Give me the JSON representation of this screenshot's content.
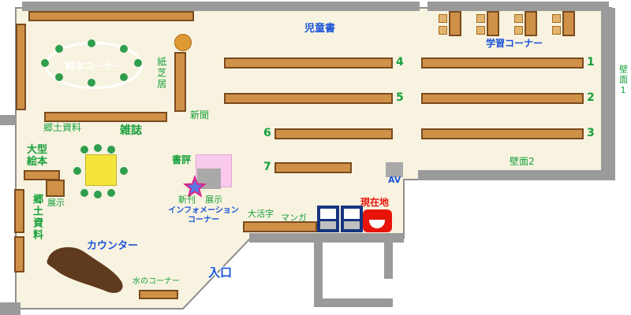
{
  "colors": {
    "floor": "#f8f3e0",
    "wall_gray": "#9a9a9a",
    "shelf_tan": "#cf9048",
    "shelf_border": "#7a4b1f",
    "label_green": "#17a03c",
    "label_blue": "#1a53d8",
    "label_red": "#e8140a",
    "counter_brown": "#5f3a1c",
    "table_yellow": "#f4e43c",
    "display_pink": "#f9c9ec",
    "chair_green": "#2f9e4e",
    "stool_orange": "#dd9a33",
    "opac_navy": "#16347f",
    "star_blue": "#5b79e3",
    "star_outline": "#e0218a"
  },
  "labels": {
    "jidousho": "児童書",
    "gakushu_corner": "学習コーナー",
    "ehon_corner": "絵本コーナー",
    "kamishibai": "紙芝居",
    "shinbun": "新聞",
    "kyodo_shiryo_top": "郷土資料",
    "zasshi": "雑誌",
    "ogata_ehon": "大型絵本",
    "tenji_left": "展示",
    "kyodo_shiryo_side": "郷土資料",
    "shohyo": "書評",
    "shinkan": "新刊",
    "tenji_center": "展示",
    "information": "インフォメーション\nコーナー",
    "daikatsuji": "大活字",
    "manga": "マンガ",
    "genzaichi": "現在地",
    "counter": "カウンター",
    "mizu_corner": "水のコーナー",
    "iriguchi": "入口",
    "av": "AV",
    "hekimen1": "壁面1",
    "hekimen2": "壁面2"
  },
  "shelf_numbers": {
    "n1": "1",
    "n2": "2",
    "n3": "3",
    "n4": "4",
    "n5": "5",
    "n6": "6",
    "n7": "7"
  }
}
